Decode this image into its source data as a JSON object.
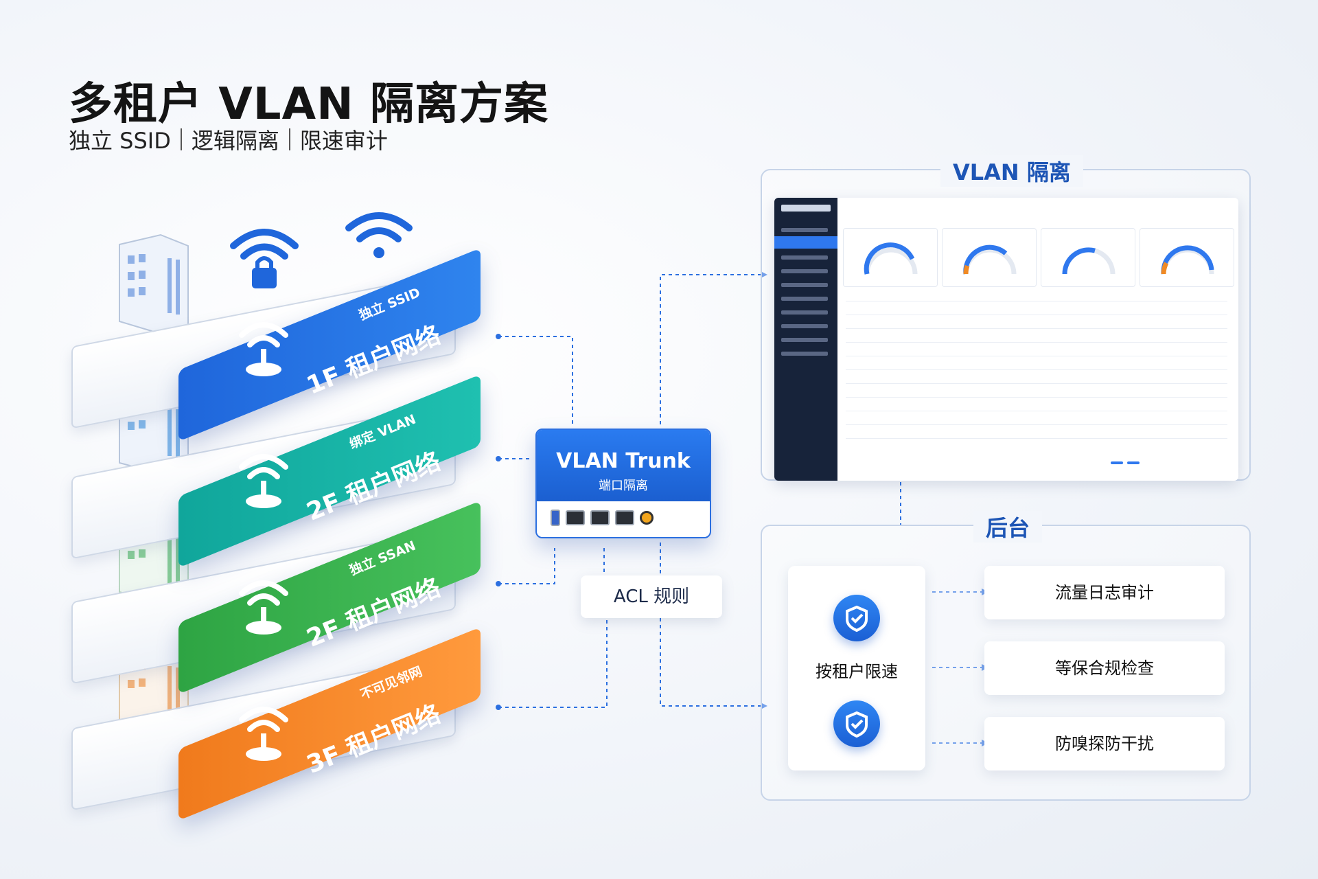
{
  "title": "多租户 VLAN 隔离方案",
  "subtitle": [
    "独立 SSID",
    "逻辑隔离",
    "限速审计"
  ],
  "floors": [
    {
      "tag": "独立 SSID",
      "label": "1F 租户网络",
      "color": "blue"
    },
    {
      "tag": "绑定 VLAN",
      "label": "2F 租户网络",
      "color": "teal"
    },
    {
      "tag": "独立 SSAN",
      "label": "2F 租户网络",
      "color": "green"
    },
    {
      "tag": "不可见邻网",
      "label": "3F 租户网络",
      "color": "orange"
    }
  ],
  "trunk": {
    "title": "VLAN Trunk",
    "subtitle": "端口隔离"
  },
  "acl": "ACL 规则",
  "vlan_panel": {
    "title": "VLAN 隔离"
  },
  "backend": {
    "title": "后台",
    "speed_label": "按租户限速",
    "features": [
      "流量日志审计",
      "等保合规检查",
      "防嗅探防干扰"
    ]
  },
  "colors": {
    "blue": "#1f66db",
    "teal": "#10a69b",
    "green": "#2ea443",
    "orange": "#f07a1c",
    "accent": "#1d55b5"
  },
  "icons": [
    "wifi-lock-icon",
    "wifi-icon",
    "access-point-icon",
    "building-icon",
    "shield-icon"
  ]
}
